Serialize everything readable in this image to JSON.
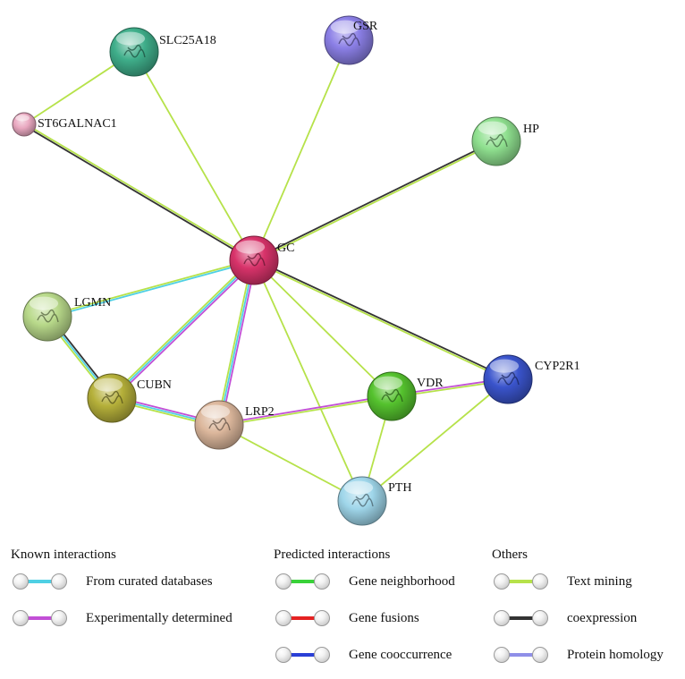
{
  "nodes": [
    {
      "id": "SLC25A18",
      "label": "SLC25A18",
      "color": "#3fae8a"
    },
    {
      "id": "GSR",
      "label": "GSR",
      "color": "#8b7fe6"
    },
    {
      "id": "ST6GALNAC1",
      "label": "ST6GALNAC1",
      "color": "#e9a8c0"
    },
    {
      "id": "HP",
      "label": "HP",
      "color": "#8fe08f"
    },
    {
      "id": "GC",
      "label": "GC",
      "color": "#d8336a"
    },
    {
      "id": "LGMN",
      "label": "LGMN",
      "color": "#b8d98a"
    },
    {
      "id": "CUBN",
      "label": "CUBN",
      "color": "#b5b03a"
    },
    {
      "id": "LRP2",
      "label": "LRP2",
      "color": "#dcb79c"
    },
    {
      "id": "VDR",
      "label": "VDR",
      "color": "#55c22e"
    },
    {
      "id": "CYP2R1",
      "label": "CYP2R1",
      "color": "#3a54cc"
    },
    {
      "id": "PTH",
      "label": "PTH",
      "color": "#9fd6ea"
    }
  ],
  "edges": [
    {
      "a": "GC",
      "b": "SLC25A18",
      "types": [
        "textmining"
      ]
    },
    {
      "a": "GC",
      "b": "GSR",
      "types": [
        "textmining"
      ]
    },
    {
      "a": "GC",
      "b": "ST6GALNAC1",
      "types": [
        "coexpression",
        "textmining"
      ]
    },
    {
      "a": "ST6GALNAC1",
      "b": "SLC25A18",
      "types": [
        "textmining"
      ]
    },
    {
      "a": "GC",
      "b": "HP",
      "types": [
        "coexpression",
        "textmining"
      ]
    },
    {
      "a": "GC",
      "b": "LGMN",
      "types": [
        "curated",
        "textmining"
      ]
    },
    {
      "a": "GC",
      "b": "CUBN",
      "types": [
        "experimental",
        "curated",
        "textmining"
      ]
    },
    {
      "a": "GC",
      "b": "LRP2",
      "types": [
        "experimental",
        "curated",
        "textmining"
      ]
    },
    {
      "a": "GC",
      "b": "VDR",
      "types": [
        "textmining"
      ]
    },
    {
      "a": "GC",
      "b": "CYP2R1",
      "types": [
        "coexpression",
        "textmining"
      ]
    },
    {
      "a": "GC",
      "b": "PTH",
      "types": [
        "textmining"
      ]
    },
    {
      "a": "LGMN",
      "b": "CUBN",
      "types": [
        "coexpression",
        "curated",
        "textmining"
      ]
    },
    {
      "a": "CUBN",
      "b": "LRP2",
      "types": [
        "experimental",
        "curated",
        "textmining"
      ]
    },
    {
      "a": "LRP2",
      "b": "VDR",
      "types": [
        "experimental",
        "textmining"
      ]
    },
    {
      "a": "LRP2",
      "b": "PTH",
      "types": [
        "textmining"
      ]
    },
    {
      "a": "VDR",
      "b": "CYP2R1",
      "types": [
        "experimental",
        "textmining"
      ]
    },
    {
      "a": "VDR",
      "b": "PTH",
      "types": [
        "textmining"
      ]
    },
    {
      "a": "CYP2R1",
      "b": "PTH",
      "types": [
        "textmining"
      ]
    }
  ],
  "edge_colors": {
    "curated": "#4fd0e4",
    "experimental": "#c24fd6",
    "neighborhood": "#39d239",
    "fusions": "#e52222",
    "cooccurrence": "#2a3fd6",
    "textmining": "#b6e24a",
    "coexpression": "#333333",
    "homology": "#8f8fe8"
  },
  "legend": {
    "groups": [
      {
        "title": "Known interactions",
        "items": [
          {
            "label": "From curated databases",
            "type": "curated"
          },
          {
            "label": "Experimentally determined",
            "type": "experimental"
          }
        ]
      },
      {
        "title": "Predicted interactions",
        "items": [
          {
            "label": "Gene neighborhood",
            "type": "neighborhood"
          },
          {
            "label": "Gene fusions",
            "type": "fusions"
          },
          {
            "label": "Gene cooccurrence",
            "type": "cooccurrence"
          }
        ]
      },
      {
        "title": "Others",
        "items": [
          {
            "label": "Text mining",
            "type": "textmining"
          },
          {
            "label": "coexpression",
            "type": "coexpression"
          },
          {
            "label": "Protein homology",
            "type": "homology"
          }
        ]
      }
    ]
  }
}
